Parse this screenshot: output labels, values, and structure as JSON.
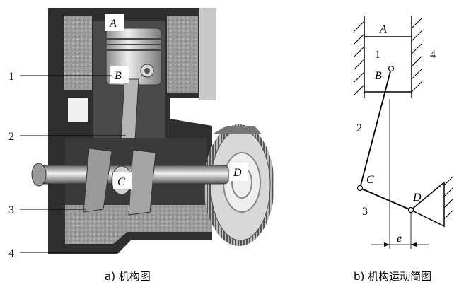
{
  "left_figure": {
    "point_labels": {
      "A": "A",
      "B": "B",
      "C": "C",
      "D": "D"
    },
    "callouts": [
      "1",
      "2",
      "3",
      "4"
    ],
    "caption": "a) 机构图"
  },
  "right_figure": {
    "point_labels": {
      "A": "A",
      "B": "B",
      "C": "C",
      "D": "D"
    },
    "link_numbers": {
      "piston": "1",
      "connecting_rod": "2",
      "crank": "3",
      "frame": "4"
    },
    "offset_label": "e",
    "caption": "b) 机构运动简图"
  }
}
